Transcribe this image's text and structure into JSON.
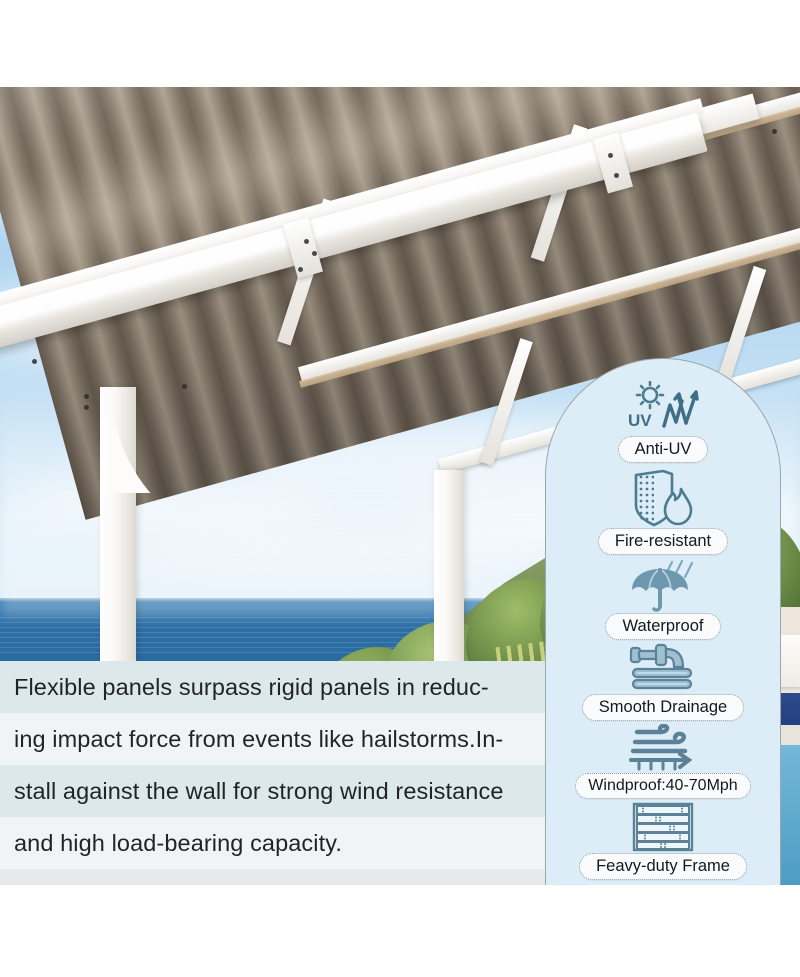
{
  "photo": {
    "alt_description": "White aluminum wall-mounted patio awning pergola with corrugated beige roof panels over an oceanfront terrace with blue sky, sea horizon, green hillside shrubs and a swimming pool",
    "scene_elements": [
      "blue sky with white clouds",
      "corrugated roof underside",
      "white support posts",
      "ocean horizon",
      "green hillside vegetation",
      "swimming pool"
    ]
  },
  "description": {
    "lines": [
      "Flexible panels surpass rigid panels in reduc-",
      "ing impact force from events like hailstorms.In-",
      "stall against the wall for strong wind resistance",
      "and high load-bearing capacity."
    ],
    "full_text": "Flexible panels surpass rigid panels in reducing impact force from events like hailstorms.Install against the wall for strong wind resistance and high load-bearing capacity."
  },
  "feature_panel": {
    "background_color": "#dcedf7",
    "border_color": "#9aa7ae",
    "icon_color": "#5b8296",
    "features": [
      {
        "icon": "uv-sun-icon",
        "label": "Anti-UV"
      },
      {
        "icon": "shield-flame-icon",
        "label": "Fire-resistant"
      },
      {
        "icon": "umbrella-rain-icon",
        "label": "Waterproof"
      },
      {
        "icon": "hose-faucet-icon",
        "label": "Smooth Drainage"
      },
      {
        "icon": "wind-barrier-icon",
        "label": "Windproof:40-70Mph"
      },
      {
        "icon": "stacked-frame-icon",
        "label": "Feavy-duty Frame"
      }
    ]
  },
  "theme": {
    "row_tint": "#dce8ea",
    "row_alt": "#f1f4f6",
    "text_color": "#1f2426",
    "pill_fill": "#fafbfc"
  }
}
